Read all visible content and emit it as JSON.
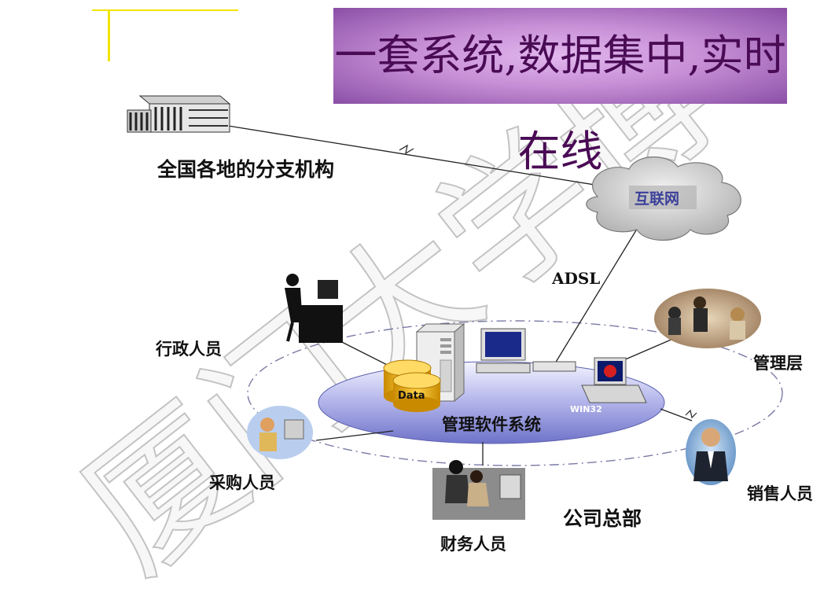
{
  "banner": {
    "title": "一套系统,数据集中,实时在线"
  },
  "nodes": {
    "branch": "全国各地的分支机构",
    "internet": "互联网",
    "adsl": "ADSL",
    "admin": "行政人员",
    "management": "管理层",
    "data": "Data",
    "software": "管理软件系统",
    "win32": "WIN32",
    "purchasing": "采购人员",
    "sales": "销售人员",
    "finance": "财务人员",
    "hq": "公司总部"
  },
  "watermark": "厦门大学博"
}
